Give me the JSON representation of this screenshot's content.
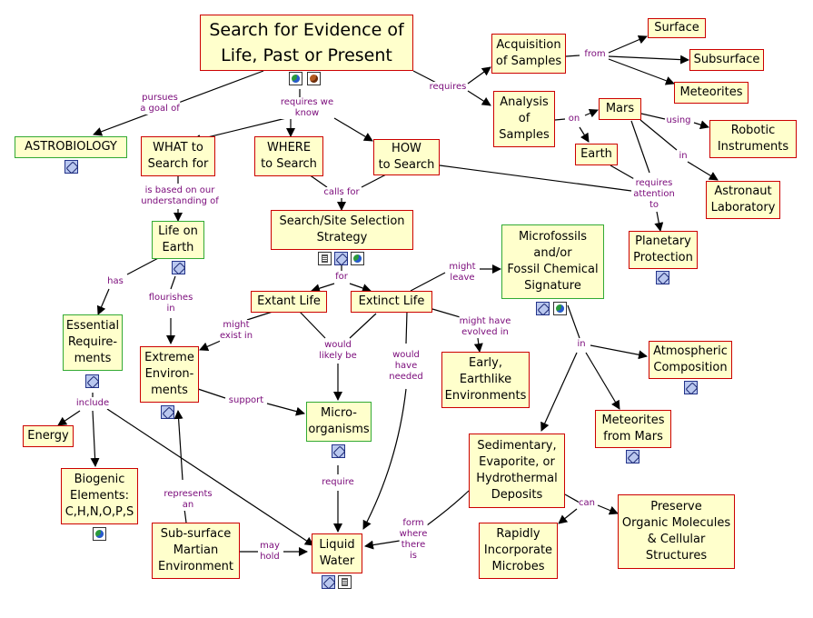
{
  "nodes": {
    "title": "Search for Evidence of\nLife, Past or Present",
    "astrobiology": "ASTROBIOLOGY",
    "what_to_search": "WHAT to\nSearch for",
    "where_to_search": "WHERE\nto Search",
    "how_to_search": "HOW\nto Search",
    "acquisition": "Acquisition\nof Samples",
    "analysis": "Analysis\nof\nSamples",
    "surface": "Surface",
    "subsurface": "Subsurface",
    "meteorites": "Meteorites",
    "mars": "Mars",
    "earth": "Earth",
    "robotic": "Robotic\nInstruments",
    "astronaut_lab": "Astronaut\nLaboratory",
    "planetary_protection": "Planetary\nProtection",
    "life_on_earth": "Life on\nEarth",
    "strategy": "Search/Site Selection\nStrategy",
    "microfossils": "Microfossils\nand/or\nFossil Chemical\nSignature",
    "extant_life": "Extant Life",
    "extinct_life": "Extinct Life",
    "essential": "Essential\nRequire-\nments",
    "extreme_env": "Extreme\nEnviron-\nments",
    "early_earthlike": "Early,\nEarthlike\nEnvironments",
    "atmospheric": "Atmospheric\nComposition",
    "energy": "Energy",
    "microorganisms": "Micro-\norganisms",
    "meteorites_mars": "Meteorites\nfrom Mars",
    "biogenic": "Biogenic\nElements:\nC,H,N,O,P,S",
    "sedimentary": "Sedimentary,\nEvaporite, or\nHydrothermal\nDeposits",
    "preserve": "Preserve\nOrganic Molecules\n& Cellular\nStructures",
    "rapidly": "Rapidly\nIncorporate\nMicrobes",
    "subsurface_martian": "Sub-surface\nMartian\nEnvironment",
    "liquid_water": "Liquid\nWater"
  },
  "links": {
    "pursues": "pursues\na goal of",
    "requires_we_know": "requires we\nknow",
    "requires": "requires",
    "from": "from",
    "on": "on",
    "using": "using",
    "in_lab": "in",
    "requires_attention": "requires\nattention\nto",
    "based_on": "is based on our\nunderstanding of",
    "calls_for": "calls for",
    "might_leave": "might\nleave",
    "for": "for",
    "has": "has",
    "flourishes_in": "flourishes\nin",
    "might_exist_in": "might\nexist in",
    "would_likely_be": "would\nlikely be",
    "would_have_needed": "would\nhave\nneeded",
    "might_have_evolved": "might have\nevolved in",
    "in_fossil": "in",
    "include": "include",
    "support": "support",
    "require": "require",
    "represents_an": "represents\nan",
    "may_hold": "may\nhold",
    "form_where": "form\nwhere\nthere\nis",
    "can": "can"
  },
  "colors": {
    "node_fill": "#ffffcc",
    "node_border_red": "#cc0000",
    "node_border_green": "#33aa33",
    "link_text": "#7a0a7a",
    "line": "#000000"
  },
  "icons": {
    "concept_map": "concept-map-icon",
    "earth_globe": "earth-globe-icon",
    "mars_planet": "mars-planet-icon",
    "document": "document-icon"
  }
}
